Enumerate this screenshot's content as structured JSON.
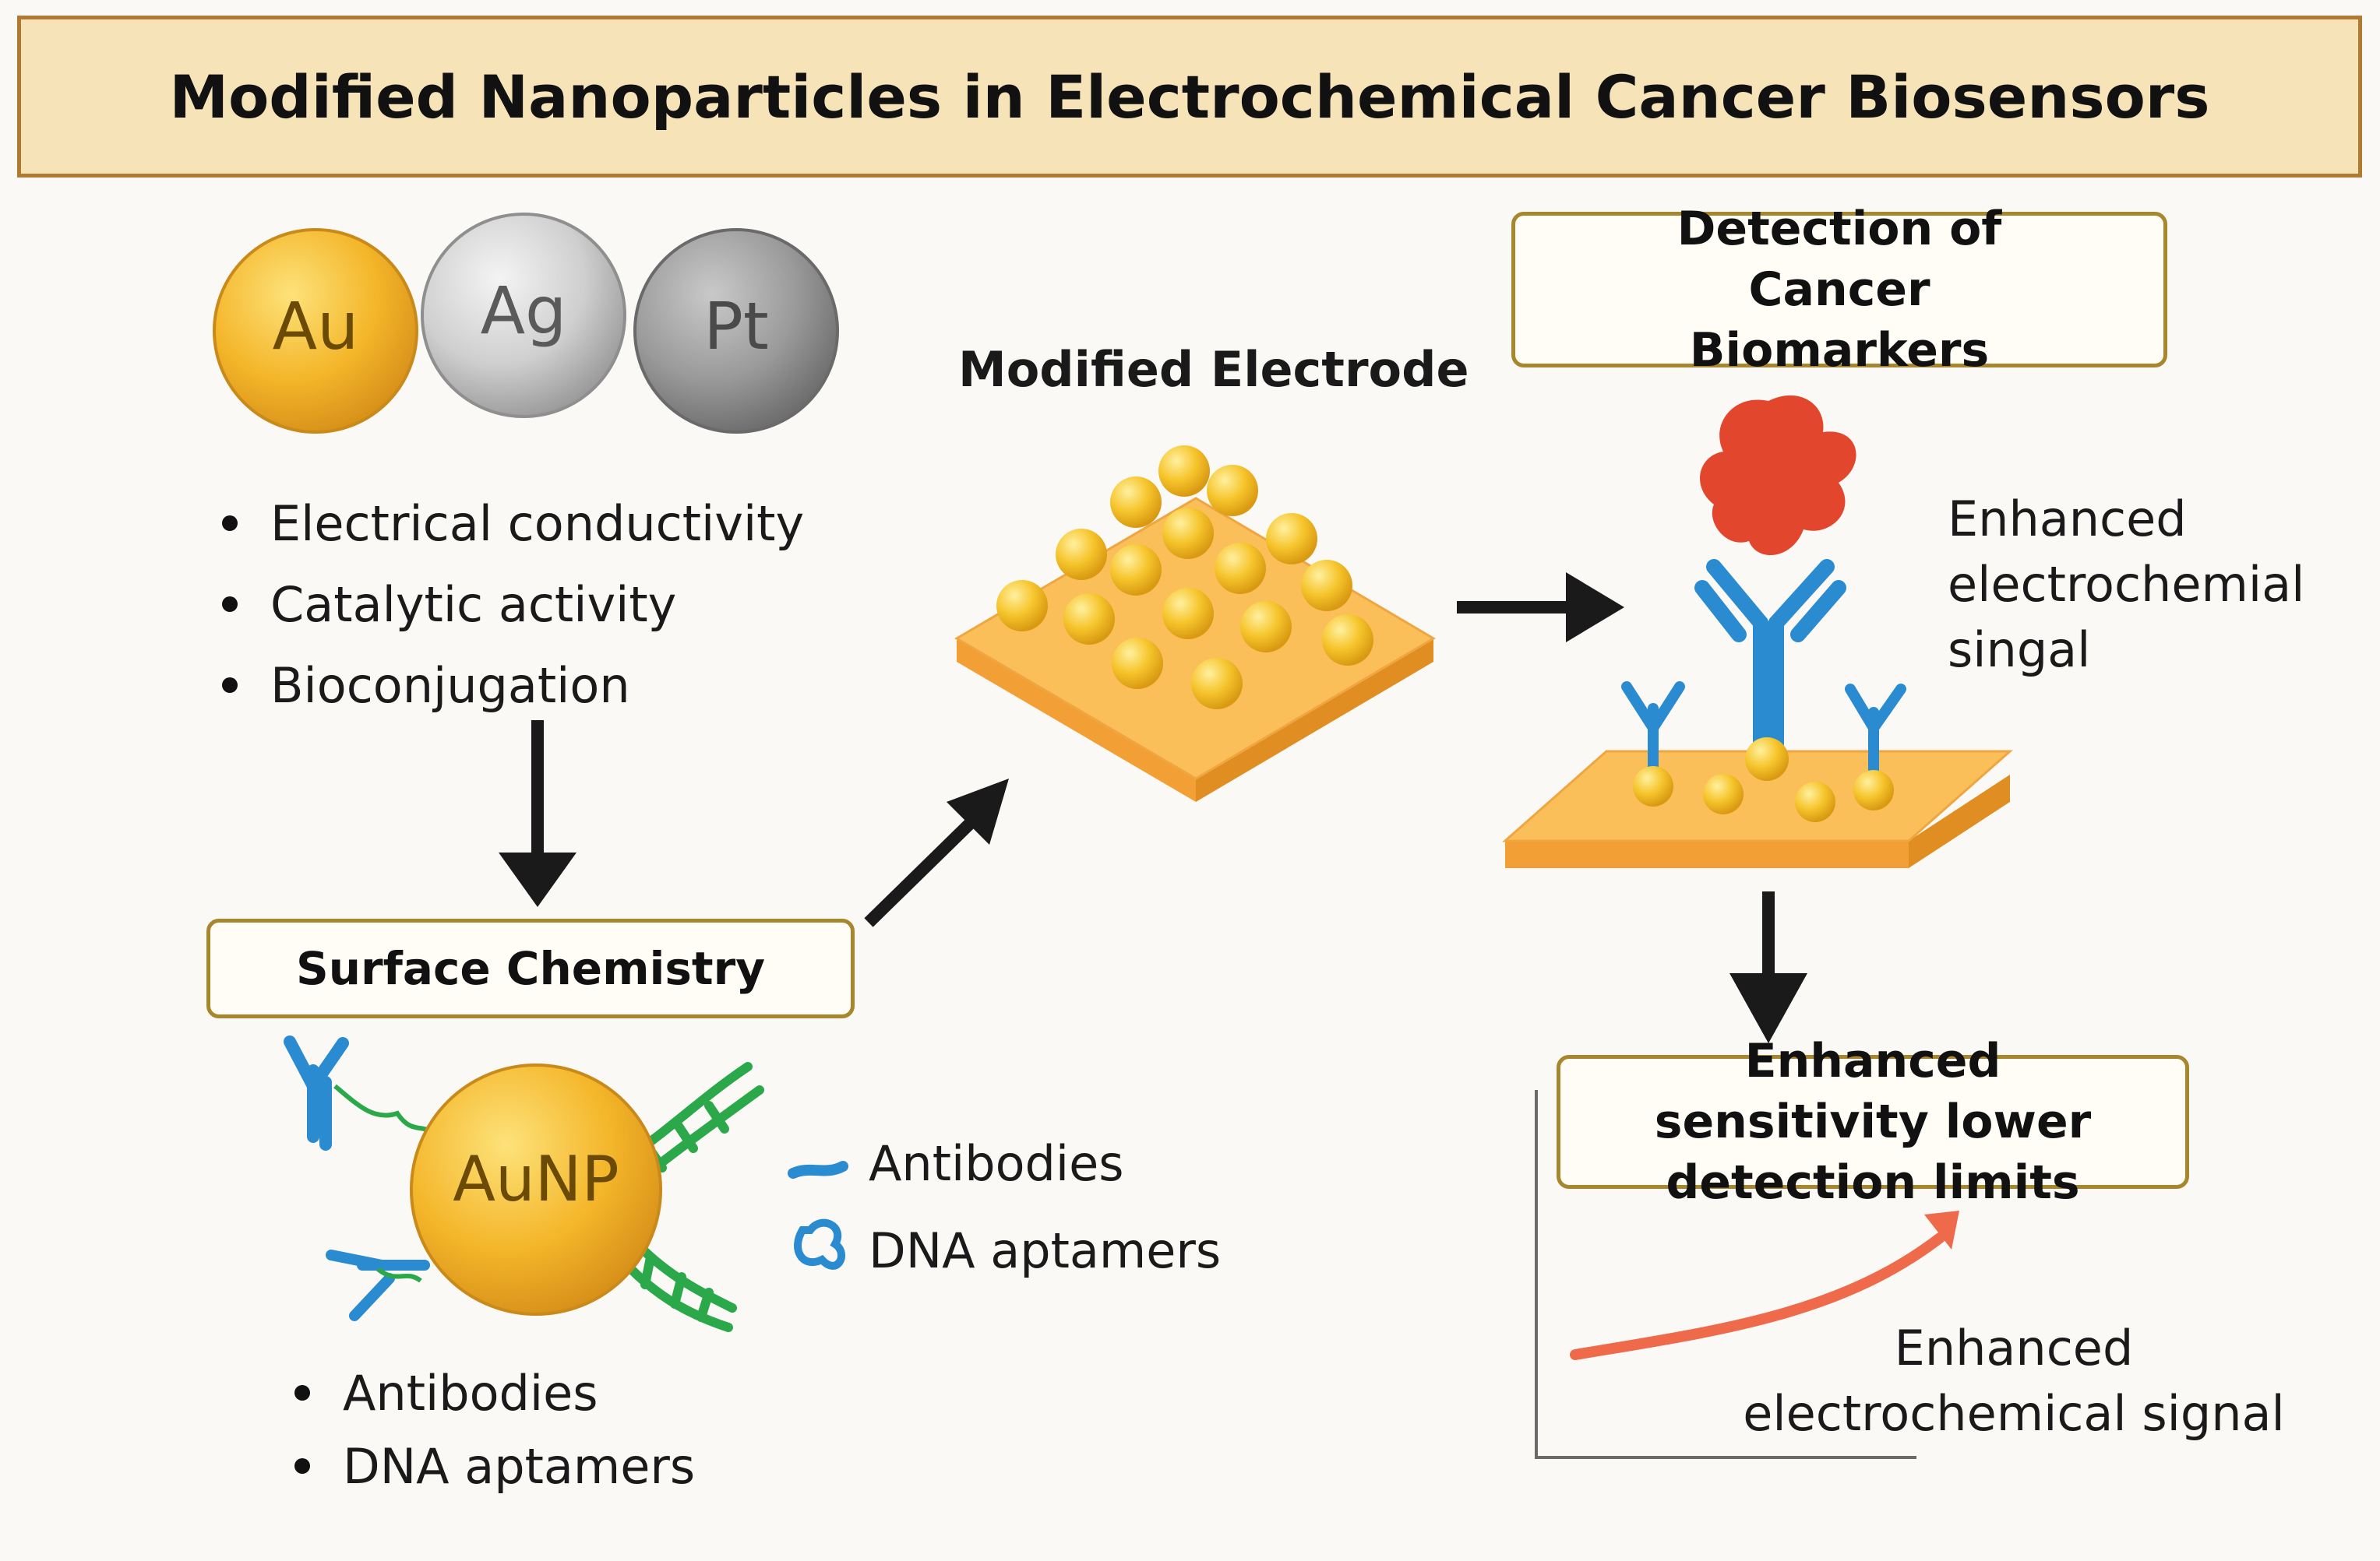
{
  "title": "Modified Nanoparticles in Electrochemical Cancer Biosensors",
  "nanoparticles": [
    {
      "label": "Au",
      "color": "#f2b62a"
    },
    {
      "label": "Ag",
      "color": "#c9c9c9"
    },
    {
      "label": "Pt",
      "color": "#9a9a9a"
    }
  ],
  "properties": [
    "Electrical conductivity",
    "Catalytic activity",
    "Bioconjugation"
  ],
  "surface_chemistry": {
    "box_label": "Surface Chemistry",
    "particle_label": "AuNP",
    "legend": [
      {
        "label": "Antibodies",
        "icon": "antibody-icon"
      },
      {
        "label": "DNA aptamers",
        "icon": "aptamer-icon"
      }
    ],
    "bullets": [
      "Antibodies",
      "DNA aptamers"
    ]
  },
  "electrode": {
    "label": "Modified Electrode"
  },
  "detection": {
    "box_label": "Detection of Cancer Biomarkers",
    "signal_label": "Enhanced electrochemial singal"
  },
  "result": {
    "box_label": "Enhanced sensitivity lower detection limits",
    "curve_label": "Enhanced electrochemical signal"
  },
  "colors": {
    "gold": "#f2b62a",
    "electrode": "#fbbf5a",
    "antibody": "#2b8bd1",
    "dna": "#2ba84a",
    "biomarker": "#e2472d",
    "signal_curve": "#ef6a4a",
    "box_border": "#a8862d"
  }
}
